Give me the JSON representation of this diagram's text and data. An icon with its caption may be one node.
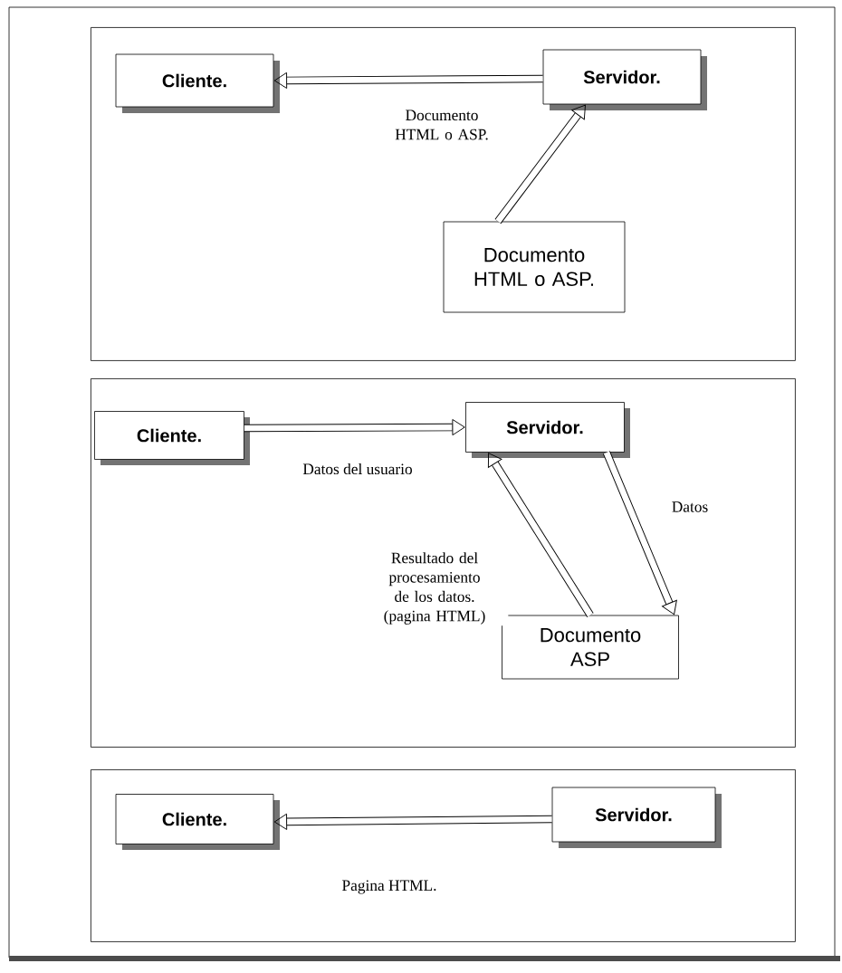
{
  "diagram": {
    "nodes": [
      {
        "text": [],
        "shape": "box"
      },
      {
        "text": [
          "Cliente."
        ],
        "in": 0
      },
      {
        "text": [
          "Servidor."
        ],
        "in": 0
      },
      {
        "text": [
          "Documento HTML o ASP."
        ],
        "in": 0
      },
      {
        "text": [],
        "shape": "box"
      },
      {
        "text": [
          "Cliente."
        ],
        "in": 4
      },
      {
        "text": [
          "Servidor."
        ],
        "in": 4
      },
      {
        "text": [
          "Documento ASP"
        ],
        "in": 4
      },
      {
        "text": [],
        "shape": "box"
      },
      {
        "text": [
          "Cliente."
        ],
        "in": 8
      },
      {
        "text": [
          "Servidor."
        ],
        "in": 8
      }
    ],
    "edges": [
      {
        "from": 2,
        "to": 1,
        "arrow": "to",
        "label": "Documento HTML o ASP."
      },
      {
        "from": 3,
        "to": 2,
        "arrow": "to"
      },
      {
        "from": 5,
        "to": 6,
        "arrow": "to",
        "label": "Datos del usuario"
      },
      {
        "from": 7,
        "to": 6,
        "arrow": "to",
        "label": "Resultado del procesamiento de los datos. (pagina HTML)"
      },
      {
        "from": 6,
        "to": 7,
        "arrow": "to",
        "label": "Datos"
      },
      {
        "from": 10,
        "to": 9,
        "arrow": "to",
        "label": "Pagina HTML."
      }
    ]
  }
}
